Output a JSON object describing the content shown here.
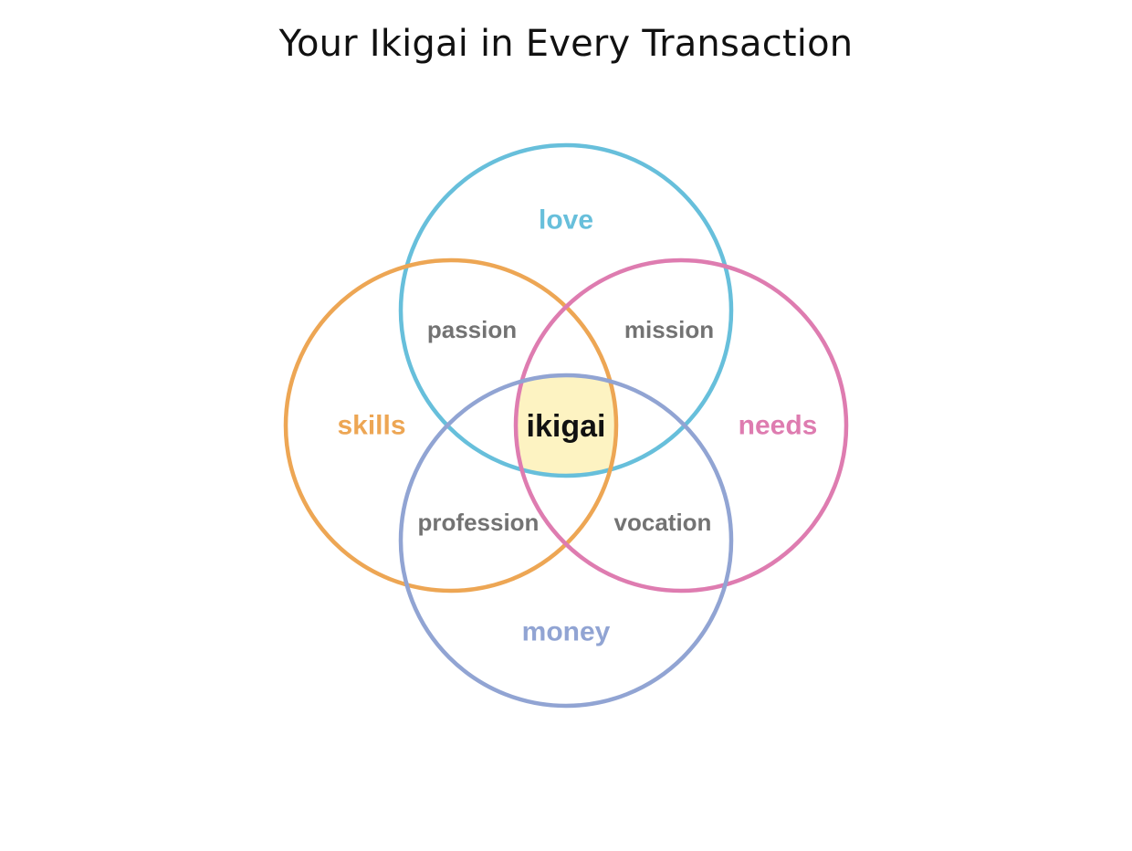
{
  "title": "Your Ikigai in Every Transaction",
  "colors": {
    "love": "#67bfdb",
    "skills": "#eda654",
    "needs": "#de7cb0",
    "money": "#91a4d3",
    "overlap_text": "#737373",
    "center_text": "#111111",
    "center_fill": "#fdf3c2"
  },
  "circles": [
    {
      "id": "love",
      "label": "love"
    },
    {
      "id": "skills",
      "label": "skills"
    },
    {
      "id": "needs",
      "label": "needs"
    },
    {
      "id": "money",
      "label": "money"
    }
  ],
  "overlaps": [
    {
      "id": "passion",
      "label": "passion"
    },
    {
      "id": "mission",
      "label": "mission"
    },
    {
      "id": "profession",
      "label": "profession"
    },
    {
      "id": "vocation",
      "label": "vocation"
    }
  ],
  "center": {
    "label": "ikigai"
  }
}
